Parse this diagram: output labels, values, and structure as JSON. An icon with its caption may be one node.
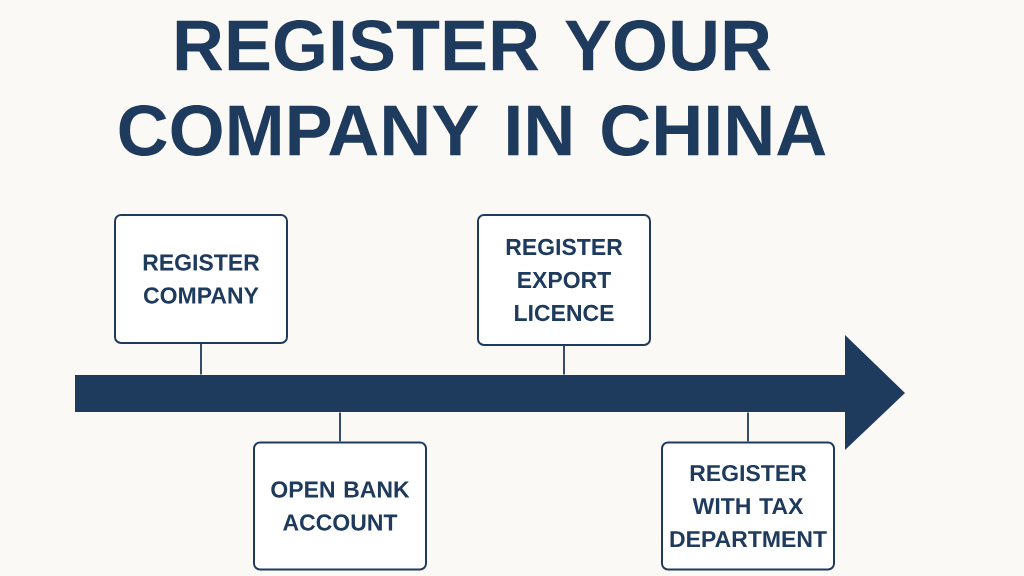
{
  "diagram": {
    "title": "REGISTER YOUR COMPANY IN CHINA",
    "nodes": [
      {
        "text": [
          "REGISTER COMPANY"
        ]
      },
      {
        "text": [
          "OPEN BANK ACCOUNT"
        ]
      },
      {
        "text": [
          "REGISTER EXPORT LICENCE"
        ]
      },
      {
        "text": [
          "REGISTER WITH TAX DEPARTMENT"
        ]
      },
      {
        "text": [],
        "shape": "arrow"
      }
    ],
    "edges": [
      {
        "from": 0,
        "to": 4,
        "arrow": "none"
      },
      {
        "from": 1,
        "to": 4,
        "arrow": "none"
      },
      {
        "from": 2,
        "to": 4,
        "arrow": "none"
      },
      {
        "from": 3,
        "to": 4,
        "arrow": "none"
      }
    ]
  }
}
